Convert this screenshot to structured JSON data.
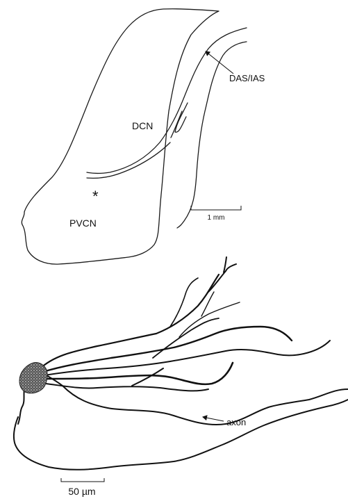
{
  "upper_panel": {
    "labels": {
      "dcn": "DCN",
      "das_ias": "DAS/IAS",
      "pvcn": "PVCN",
      "asterisk": "*",
      "scale": "1 mm"
    }
  },
  "lower_panel": {
    "labels": {
      "axon": "axon",
      "scale": "50 µm"
    }
  },
  "colors": {
    "ink": "#111111",
    "background": "#ffffff"
  }
}
